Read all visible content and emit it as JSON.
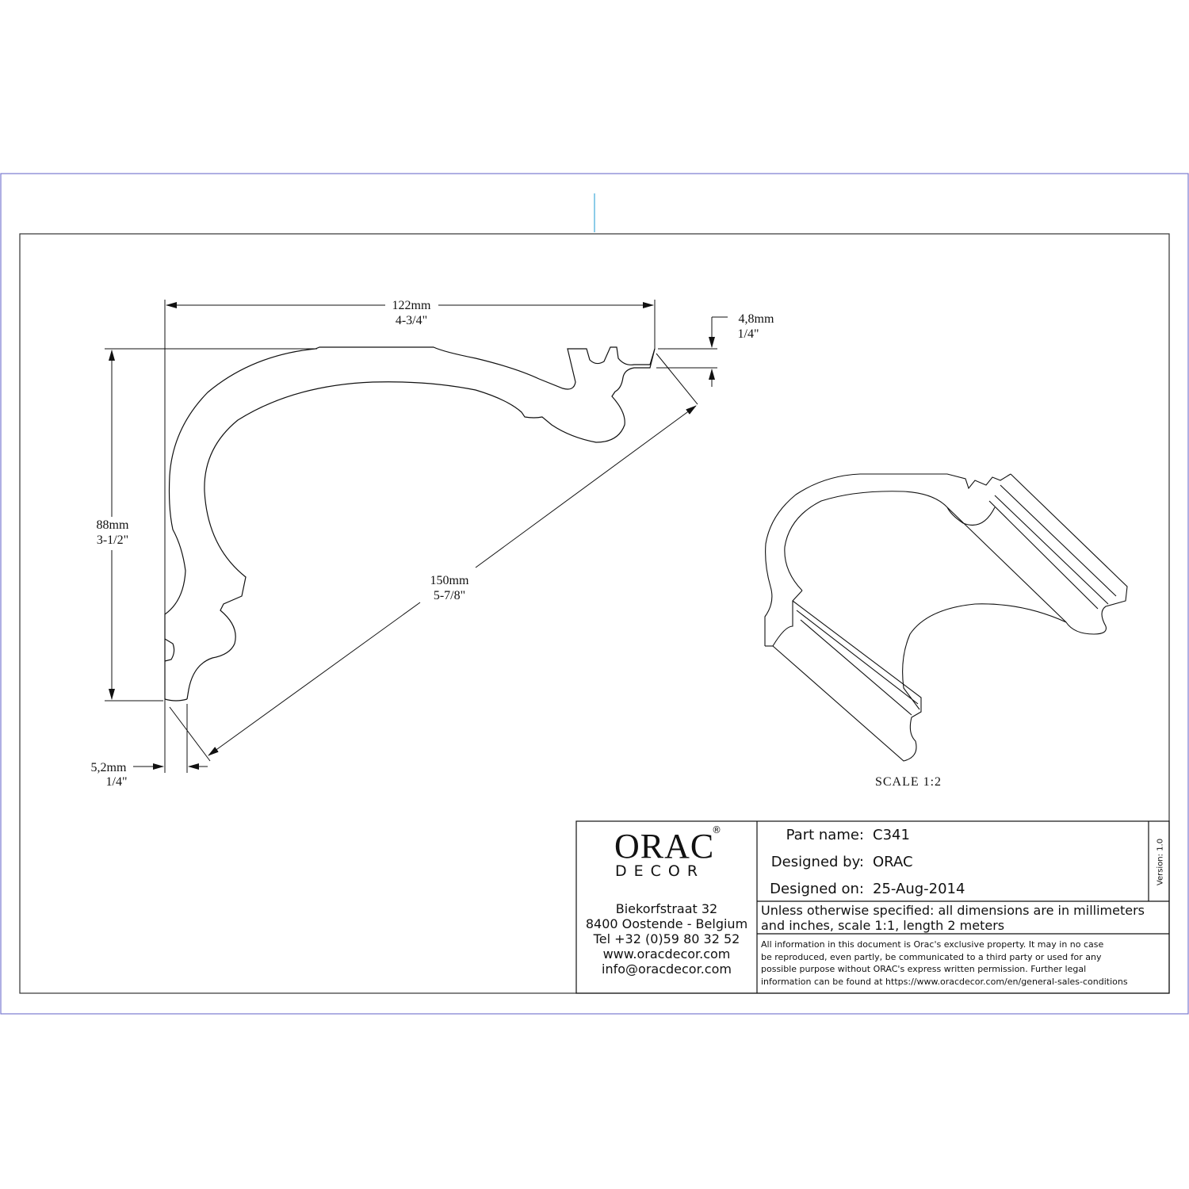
{
  "dimensions": {
    "width_top": {
      "mm": "122mm",
      "inch": "4-3/4\""
    },
    "height": {
      "mm": "88mm",
      "inch": "3-1/2\""
    },
    "diagonal": {
      "mm": "150mm",
      "inch": "5-7/8\""
    },
    "top_thickness": {
      "mm": "4,8mm",
      "inch": "1/4\""
    },
    "bottom_thickness": {
      "mm": "5,2mm",
      "inch": "1/4\""
    }
  },
  "scale_label": "SCALE  1:2",
  "title_block": {
    "logo": {
      "brand": "ORAC",
      "sub": "DECOR",
      "mark": "®"
    },
    "address": [
      "Biekorfstraat 32",
      "8400 Oostende - Belgium",
      "Tel  +32 (0)59 80 32 52",
      "www.oracdecor.com",
      "info@oracdecor.com"
    ],
    "part_name_label": "Part name:",
    "part_name": "C341",
    "designed_by_label": "Designed by:",
    "designed_by": "ORAC",
    "designed_on_label": "Designed on:",
    "designed_on": "25-Aug-2014",
    "version": "Version: 1.0",
    "note": [
      "Unless otherwise specified: all dimensions are in millimeters",
      "and inches, scale 1:1, length 2 meters"
    ],
    "legal": [
      "All information in this document is Orac's exclusive property.  It may in no case",
      "be reproduced, even partly, be communicated to a third party or used for any",
      "possible purpose without ORAC's express written permission. Further legal",
      "information can be found at https://www.oracdecor.com/en/general-sales-conditions"
    ]
  },
  "colors": {
    "sheet_border": "#7a7ad0",
    "line": "#111111",
    "marker": "#3fa9d9"
  }
}
